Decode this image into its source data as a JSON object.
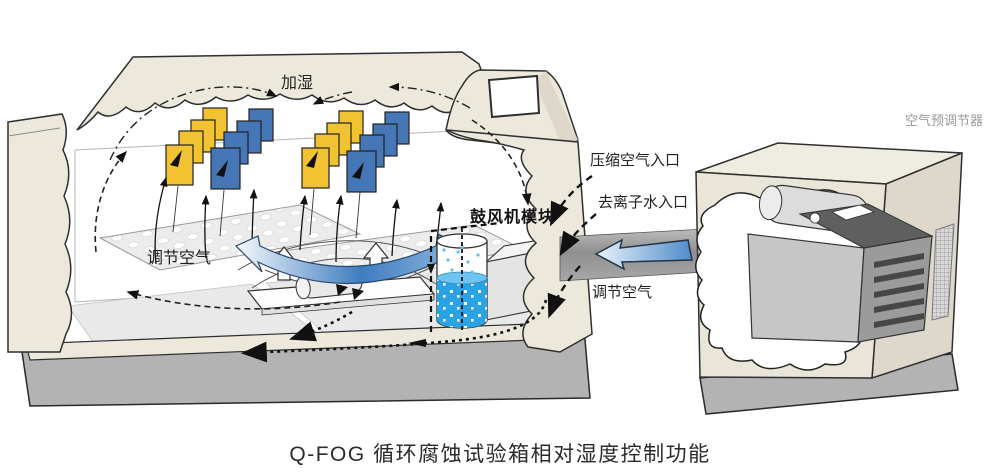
{
  "title": {
    "caption": "Q-FOG 循环腐蚀试验箱相对湿度控制功能"
  },
  "labels": {
    "humidify": "加湿",
    "conditioned_air_left": "调节空气",
    "blower_module": "鼓风机模块",
    "compressed_air_inlet": "压缩空气入口",
    "deionized_water_inlet": "去离子水入口",
    "conditioned_air_duct": "调节空气",
    "air_preconditioner": "空气预调节器"
  },
  "colors": {
    "panel_yellow": "#f1c232",
    "panel_blue": "#4576b5",
    "liquid_blue": "#29a3e6",
    "arrow_blue": "#3f7dc0",
    "cabinet_cream": "#ece8dc",
    "base_gray": "#b3b3b3",
    "duct_gray": "#9a9a9a",
    "label_gray": "#9a9a9a",
    "text_dark": "#2b2b2b"
  }
}
